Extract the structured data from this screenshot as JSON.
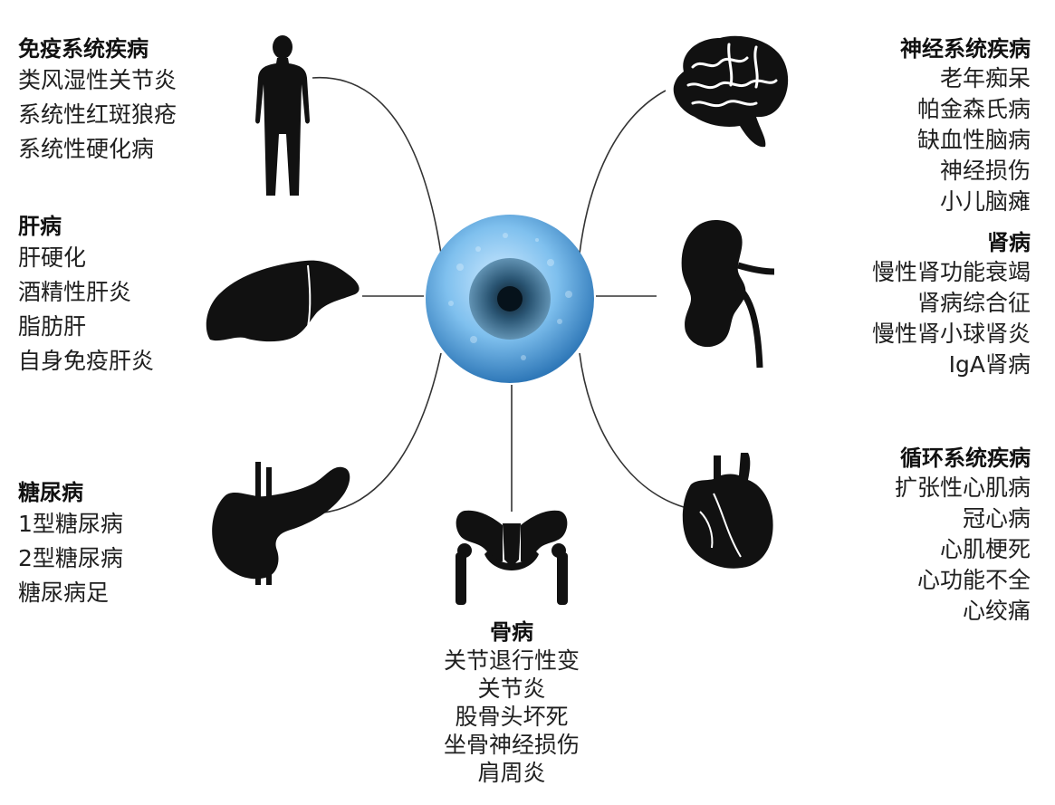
{
  "center": {
    "icon": "stem-cell-icon"
  },
  "categories": [
    {
      "title": "免疫系统疾病",
      "icon": "human-body-icon",
      "items": [
        "类风湿性关节炎",
        "系统性红斑狼疮",
        "系统性硬化病"
      ]
    },
    {
      "title": "肝病",
      "icon": "liver-icon",
      "items": [
        "肝硬化",
        "酒精性肝炎",
        "脂肪肝",
        "自身免疫肝炎"
      ]
    },
    {
      "title": "糖尿病",
      "icon": "pancreas-icon",
      "items": [
        "1型糖尿病",
        "2型糖尿病",
        "糖尿病足"
      ]
    },
    {
      "title": "神经系统疾病",
      "icon": "brain-icon",
      "items": [
        "老年痴呆",
        "帕金森氏病",
        "缺血性脑病",
        "神经损伤",
        "小儿脑瘫"
      ]
    },
    {
      "title": "肾病",
      "icon": "kidney-icon",
      "items": [
        "慢性肾功能衰竭",
        "肾病综合征",
        "慢性肾小球肾炎",
        "IgA肾病"
      ]
    },
    {
      "title": "循环系统疾病",
      "icon": "heart-icon",
      "items": [
        "扩张性心肌病",
        "冠心病",
        "心肌梗死",
        "心功能不全",
        "心绞痛"
      ]
    },
    {
      "title": "骨病",
      "icon": "pelvis-icon",
      "items": [
        "关节退行性变",
        "关节炎",
        "股骨头坏死",
        "坐骨神经损伤",
        "肩周炎"
      ]
    }
  ],
  "colors": {
    "icon_fill": "#111111",
    "connector": "#333333",
    "cell_outer": "#8cc8f0",
    "cell_nucleus": "#1d3d52"
  }
}
